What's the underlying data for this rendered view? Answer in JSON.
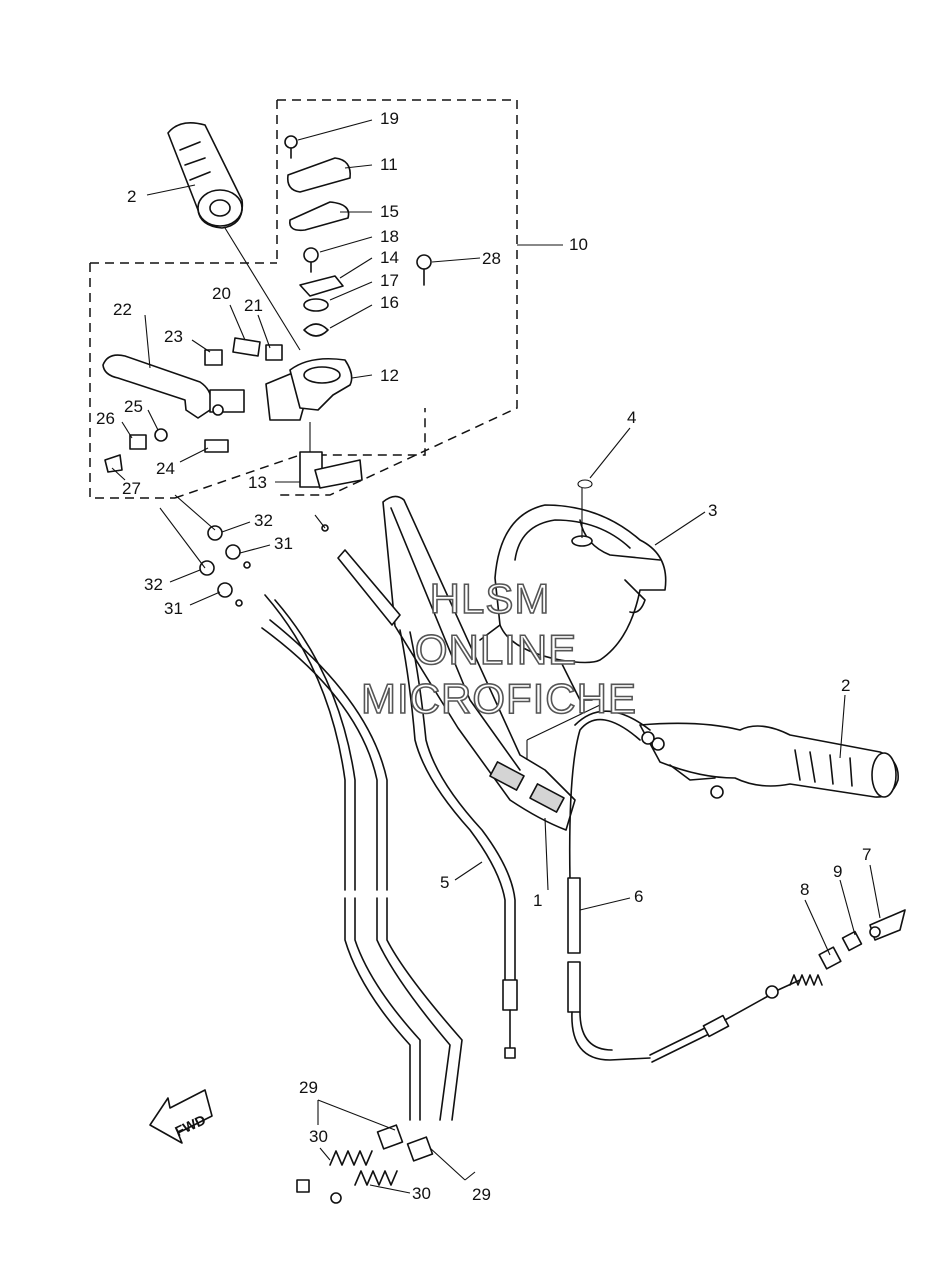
{
  "watermark": {
    "line1": "HLSM",
    "line2": "ONLINE",
    "line3": "MICROFICHE"
  },
  "direction_arrow": {
    "label": "FWD",
    "icon": "fwd-arrow-icon"
  },
  "callouts": {
    "c1": "1",
    "c2a": "2",
    "c2b": "2",
    "c3": "3",
    "c4": "4",
    "c5": "5",
    "c6": "6",
    "c7": "7",
    "c8": "8",
    "c9": "9",
    "c10": "10",
    "c11": "11",
    "c12": "12",
    "c13": "13",
    "c14": "14",
    "c15": "15",
    "c16": "16",
    "c17": "17",
    "c18": "18",
    "c19": "19",
    "c20": "20",
    "c21": "21",
    "c22": "22",
    "c23": "23",
    "c24": "24",
    "c25": "25",
    "c26": "26",
    "c27": "27",
    "c28": "28",
    "c29a": "29",
    "c29b": "29",
    "c30a": "30",
    "c30b": "30",
    "c31a": "31",
    "c31b": "31",
    "c32a": "32",
    "c32b": "32"
  }
}
